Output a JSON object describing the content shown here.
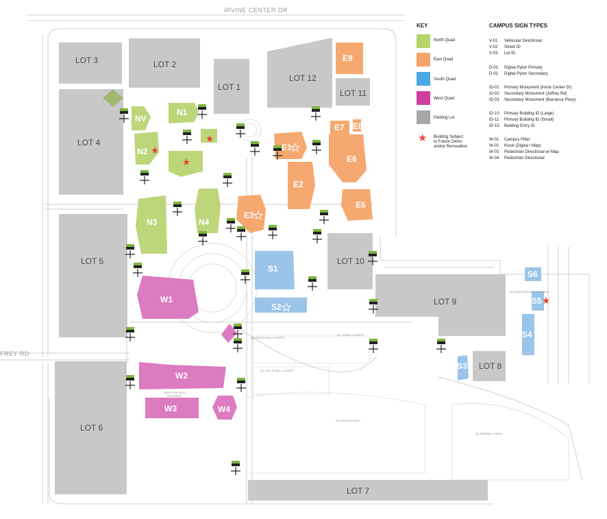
{
  "roads": {
    "top": "IRVINE CENTER DR",
    "left": "FREY RD"
  },
  "colors": {
    "north": "#b5d56a",
    "east": "#f5a36b",
    "south": "#9ac4e8",
    "west": "#dc7bc0",
    "lot": "#c8c8c8",
    "star": "#e8433a",
    "sign": "#7db53f"
  },
  "lots": {
    "lot1": "LOT 1",
    "lot2": "LOT 2",
    "lot3": "LOT 3",
    "lot4": "LOT 4",
    "lot5": "LOT 5",
    "lot6": "LOT 6",
    "lot7": "LOT 7",
    "lot8": "LOT 8",
    "lot9": "LOT 9",
    "lot10": "LOT 10",
    "lot11": "LOT 11",
    "lot12": "LOT 12"
  },
  "buildings": {
    "n1": "N1",
    "nv": "NV",
    "n2": "N2",
    "n3": "N3",
    "n4": "N4",
    "e1": "E1",
    "e2": "E2",
    "e3": "E3",
    "e5": "E5",
    "e6": "E6",
    "e7": "E7",
    "e8": "E8",
    "e9": "E9",
    "s1": "S1",
    "s2": "S2",
    "s3": "S3",
    "s4": "S4",
    "s5": "S5",
    "s6": "S6",
    "w1": "W1",
    "w2": "W2",
    "w3": "W3",
    "w4": "W4"
  },
  "key": {
    "title": "KEY",
    "items": [
      "North Quad",
      "East Quad",
      "South Quad",
      "West Quad",
      "Parking Lot"
    ],
    "star_note": [
      "Building Subject",
      "to Future Demo",
      "and/or Renovation"
    ]
  },
  "sign_types": {
    "title": "CAMPUS SIGN TYPES",
    "rows": [
      {
        "code": "V-01",
        "label": "Vehicular Directional"
      },
      {
        "code": "V-02",
        "label": "Street ID"
      },
      {
        "code": "V-03",
        "label": "Lot ID"
      },
      {
        "code": "D-01",
        "label": "Digital Pylon Primary"
      },
      {
        "code": "D-02",
        "label": "Digital Pylon Secondary"
      },
      {
        "code": "ID-01",
        "label": "Primary Monument (Irvine Center Dr)"
      },
      {
        "code": "ID-02",
        "label": "Secondary Monument (Jeffrey Rd)"
      },
      {
        "code": "ID-03",
        "label": "Secondary Monument (Barranca Pkwy)"
      },
      {
        "code": "ID-10",
        "label": "Primary Building ID (Large)"
      },
      {
        "code": "ID-11",
        "label": "Primary Building ID (Small)"
      },
      {
        "code": "ID-15",
        "label": "Building Entry ID"
      },
      {
        "code": "W-01",
        "label": "Campus Pillar"
      },
      {
        "code": "W-02",
        "label": "Kiosk (Digital / Map)"
      },
      {
        "code": "W-03",
        "label": "Pedestrian Directional w/ Map"
      },
      {
        "code": "W-04",
        "label": "Pedestrian Directional"
      }
    ]
  },
  "map_labels": {
    "new_fine_arts": [
      "NEW FINE ARTS",
      "BUILDINGS"
    ],
    "tennis": "(E) TENNIS COURTS",
    "basketball": "(E) BASKETBALL COURTS",
    "volleyball": "(E) VOLLEYBALL COURTS",
    "soccer": "(E) SOCCER FIELD",
    "baseball": "(E) BASEBALL FIELD",
    "facilities": "(E) FACILITIES MAINTENANCE"
  }
}
